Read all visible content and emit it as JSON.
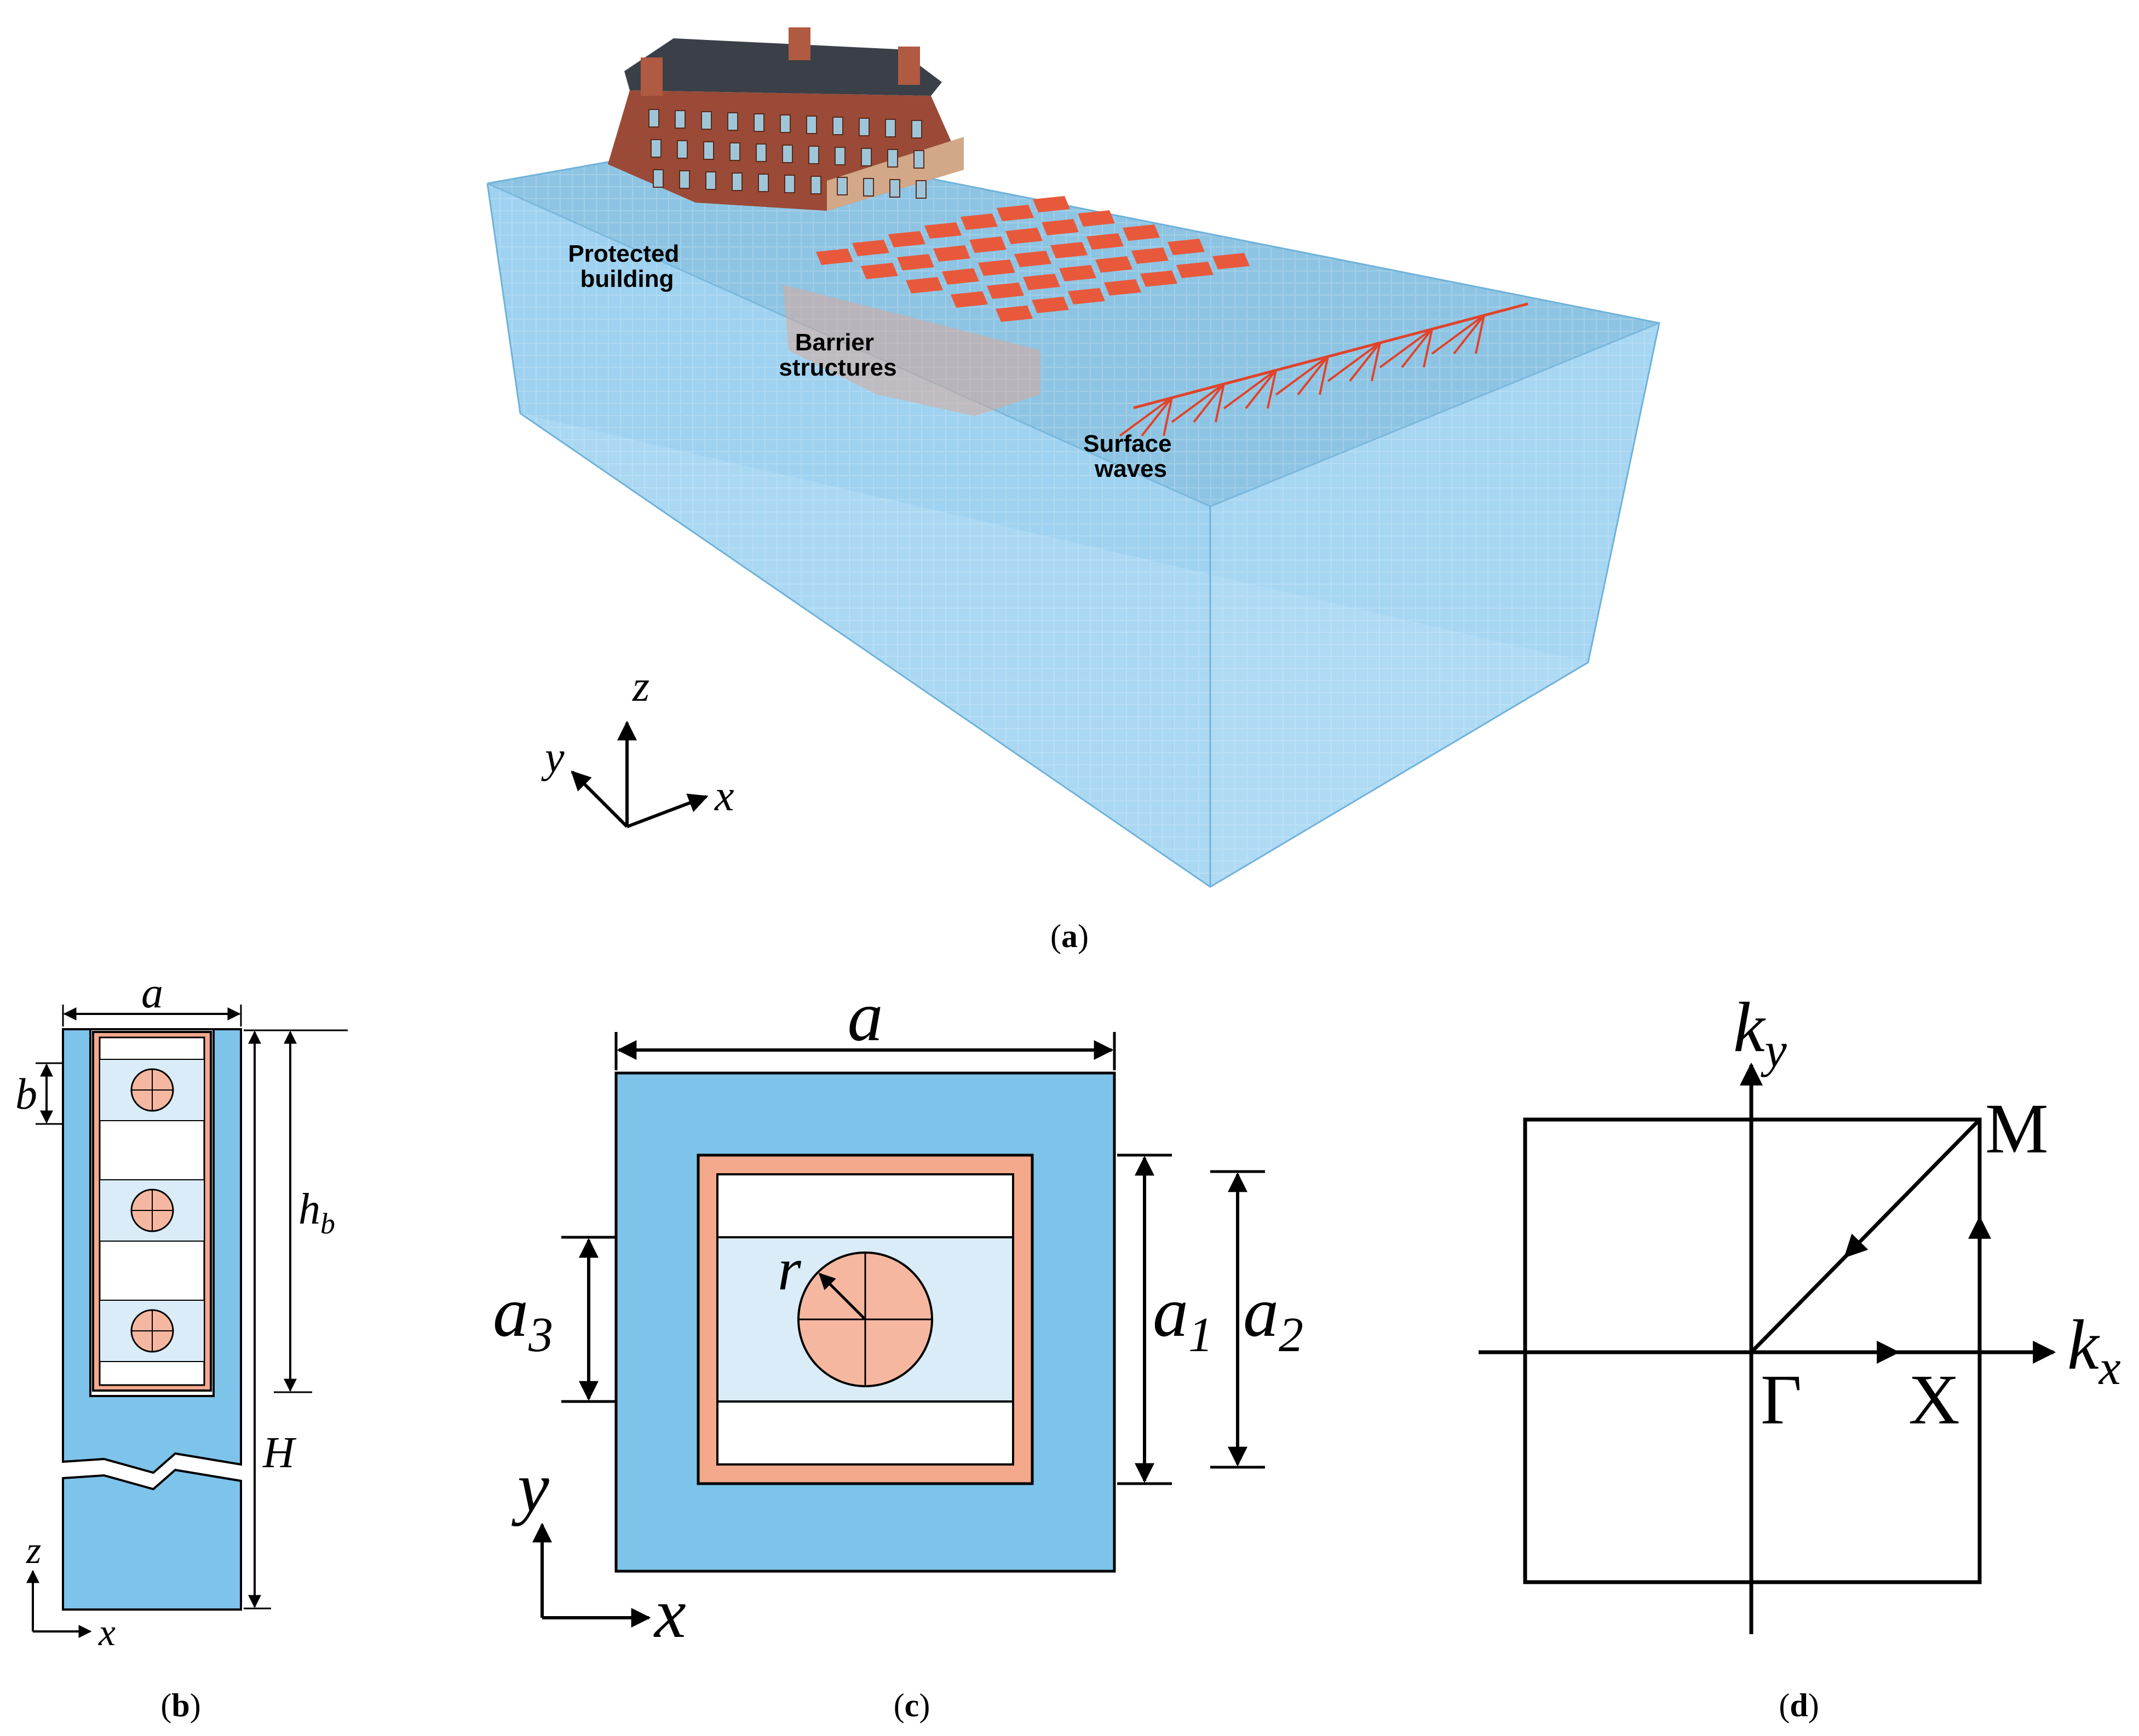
{
  "panel_a": {
    "label_protected": [
      "Protected",
      "building"
    ],
    "label_barrier": [
      "Barrier",
      "structures"
    ],
    "label_waves": [
      "Surface",
      "waves"
    ],
    "axis_x": "x",
    "axis_y": "y",
    "axis_z": "z",
    "caption": "a"
  },
  "panel_b": {
    "dim_a": "a",
    "dim_b": "b",
    "dim_hb": "h",
    "dim_hb_sub": "b",
    "dim_H": "H",
    "axis_z": "z",
    "axis_x": "x",
    "caption": "b"
  },
  "panel_c": {
    "dim_a": "a",
    "dim_a1": "a",
    "dim_a1_sub": "1",
    "dim_a2": "a",
    "dim_a2_sub": "2",
    "dim_a3": "a",
    "dim_a3_sub": "3",
    "dim_r": "r",
    "axis_x": "x",
    "axis_y": "y",
    "caption": "c"
  },
  "panel_d": {
    "axis_kx": "k",
    "axis_kx_sub": "x",
    "axis_ky": "k",
    "axis_ky_sub": "y",
    "point_gamma": "Γ",
    "point_x": "X",
    "point_m": "M",
    "caption": "d"
  },
  "colors": {
    "soil": "#7dc3ea",
    "soil_translucent": "#a9d8f3",
    "scatterer": "#f6b7a0",
    "frame": "#f4a98d",
    "light_band": "#d9ecf8",
    "barrier": "#e8593c",
    "wave": "#e0432a",
    "brick": "#8a3b2a",
    "roof": "#3a3f48",
    "line": "#000000"
  }
}
